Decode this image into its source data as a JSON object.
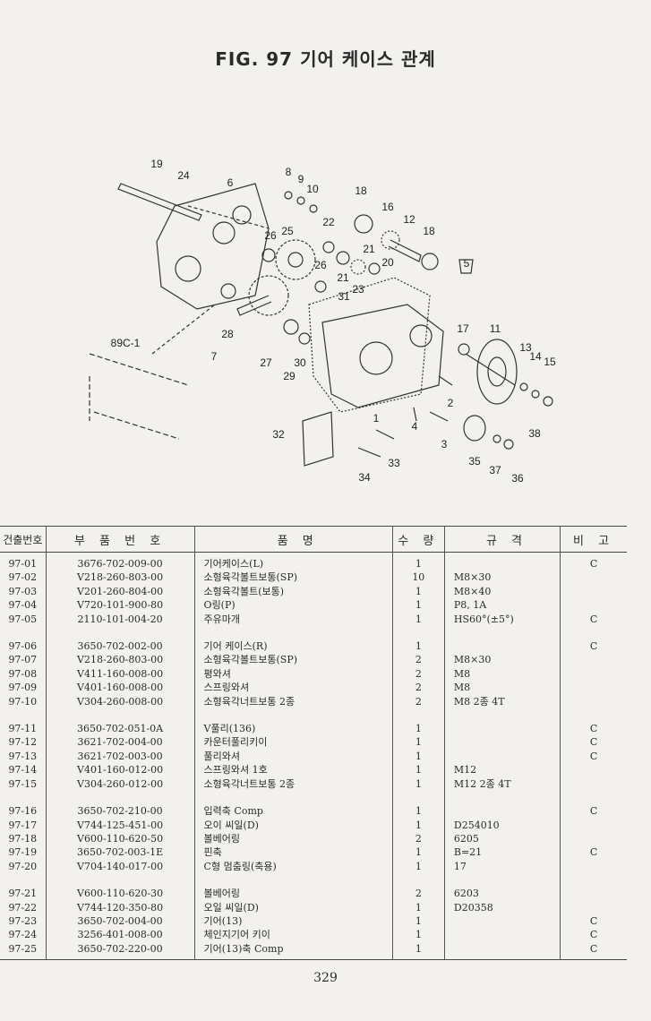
{
  "title": "FIG. 97 기어 케이스 관계",
  "diagram": {
    "callouts": [
      "19",
      "24",
      "6",
      "8",
      "9",
      "10",
      "18",
      "16",
      "12",
      "18",
      "22",
      "26",
      "25",
      "21",
      "20",
      "26",
      "21",
      "23",
      "31",
      "5",
      "28",
      "7",
      "27",
      "30",
      "29",
      "17",
      "11",
      "13",
      "14",
      "15",
      "2",
      "4",
      "3",
      "1",
      "32",
      "33",
      "34",
      "35",
      "37",
      "38",
      "36",
      "89C-1"
    ]
  },
  "table": {
    "headers": [
      "건출번호",
      "부 품 번 호",
      "품          명",
      "수 량",
      "규  격",
      "비 고"
    ],
    "groups": [
      [
        [
          "97-01",
          "3676-702-009-00",
          "기어케이스(L)",
          "1",
          "",
          "C"
        ],
        [
          "97-02",
          "V218-260-803-00",
          "소형육각볼트보통(SP)",
          "10",
          "M8×30",
          ""
        ],
        [
          "97-03",
          "V201-260-804-00",
          "소형육각볼트(보통)",
          "1",
          "M8×40",
          ""
        ],
        [
          "97-04",
          "V720-101-900-80",
          "O링(P)",
          "1",
          "P8, 1A",
          ""
        ],
        [
          "97-05",
          "2110-101-004-20",
          "주유마개",
          "1",
          "HS60°(±5°)",
          "C"
        ]
      ],
      [
        [
          "97-06",
          "3650-702-002-00",
          "기어 케이스(R)",
          "1",
          "",
          "C"
        ],
        [
          "97-07",
          "V218-260-803-00",
          "소형육각볼트보통(SP)",
          "2",
          "M8×30",
          ""
        ],
        [
          "97-08",
          "V411-160-008-00",
          "평와셔",
          "2",
          "M8",
          ""
        ],
        [
          "97-09",
          "V401-160-008-00",
          "스프링와셔",
          "2",
          "M8",
          ""
        ],
        [
          "97-10",
          "V304-260-008-00",
          "소형육각너트보통 2종",
          "2",
          "M8 2종 4T",
          ""
        ]
      ],
      [
        [
          "97-11",
          "3650-702-051-0A",
          "V풀리(136)",
          "1",
          "",
          "C"
        ],
        [
          "97-12",
          "3621-702-004-00",
          "카운터풀리키이",
          "1",
          "",
          "C"
        ],
        [
          "97-13",
          "3621-702-003-00",
          "풀리와셔",
          "1",
          "",
          "C"
        ],
        [
          "97-14",
          "V401-160-012-00",
          "스프링와셔 1호",
          "1",
          "M12",
          ""
        ],
        [
          "97-15",
          "V304-260-012-00",
          "소형육각너트보통 2종",
          "1",
          "M12 2종 4T",
          ""
        ]
      ],
      [
        [
          "97-16",
          "3650-702-210-00",
          "입력축 Comp",
          "1",
          "",
          "C"
        ],
        [
          "97-17",
          "V744-125-451-00",
          "오이 씨일(D)",
          "1",
          "D254010",
          ""
        ],
        [
          "97-18",
          "V600-110-620-50",
          "볼베어링",
          "2",
          "6205",
          ""
        ],
        [
          "97-19",
          "3650-702-003-1E",
          "핀축",
          "1",
          "B=21",
          "C"
        ],
        [
          "97-20",
          "V704-140-017-00",
          "C형 멈춤링(축용)",
          "1",
          "17",
          ""
        ]
      ],
      [
        [
          "97-21",
          "V600-110-620-30",
          "볼베어링",
          "2",
          "6203",
          ""
        ],
        [
          "97-22",
          "V744-120-350-80",
          "오일 씨일(D)",
          "1",
          "D20358",
          ""
        ],
        [
          "97-23",
          "3650-702-004-00",
          "기어(13)",
          "1",
          "",
          "C"
        ],
        [
          "97-24",
          "3256-401-008-00",
          "체인지기어 키이",
          "1",
          "",
          "C"
        ],
        [
          "97-25",
          "3650-702-220-00",
          "기어(13)축 Comp",
          "1",
          "",
          "C"
        ]
      ]
    ]
  },
  "page_number": "329"
}
